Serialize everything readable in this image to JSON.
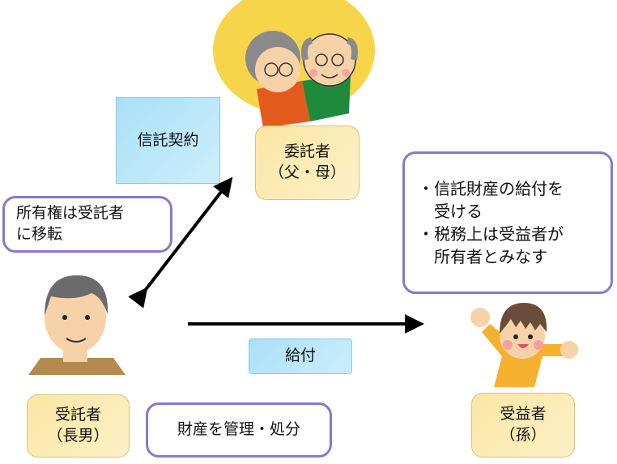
{
  "trust_contract": {
    "label": "信託契約"
  },
  "settlor": {
    "title": "委託者",
    "subtitle": "（父・母）"
  },
  "ownership_note": {
    "lines": [
      "所有権は受託者",
      "に移転"
    ]
  },
  "beneficiary_note": {
    "lines": [
      "・信託財産の給付を",
      "　受ける",
      "・税務上は受益者が",
      "　所有者とみなす"
    ]
  },
  "benefit": {
    "label": "給付"
  },
  "trustee": {
    "title": "受託者",
    "subtitle": "（長男）"
  },
  "management": {
    "label": "財産を管理・処分"
  },
  "beneficiary": {
    "title": "受益者",
    "subtitle": "（孫）"
  }
}
